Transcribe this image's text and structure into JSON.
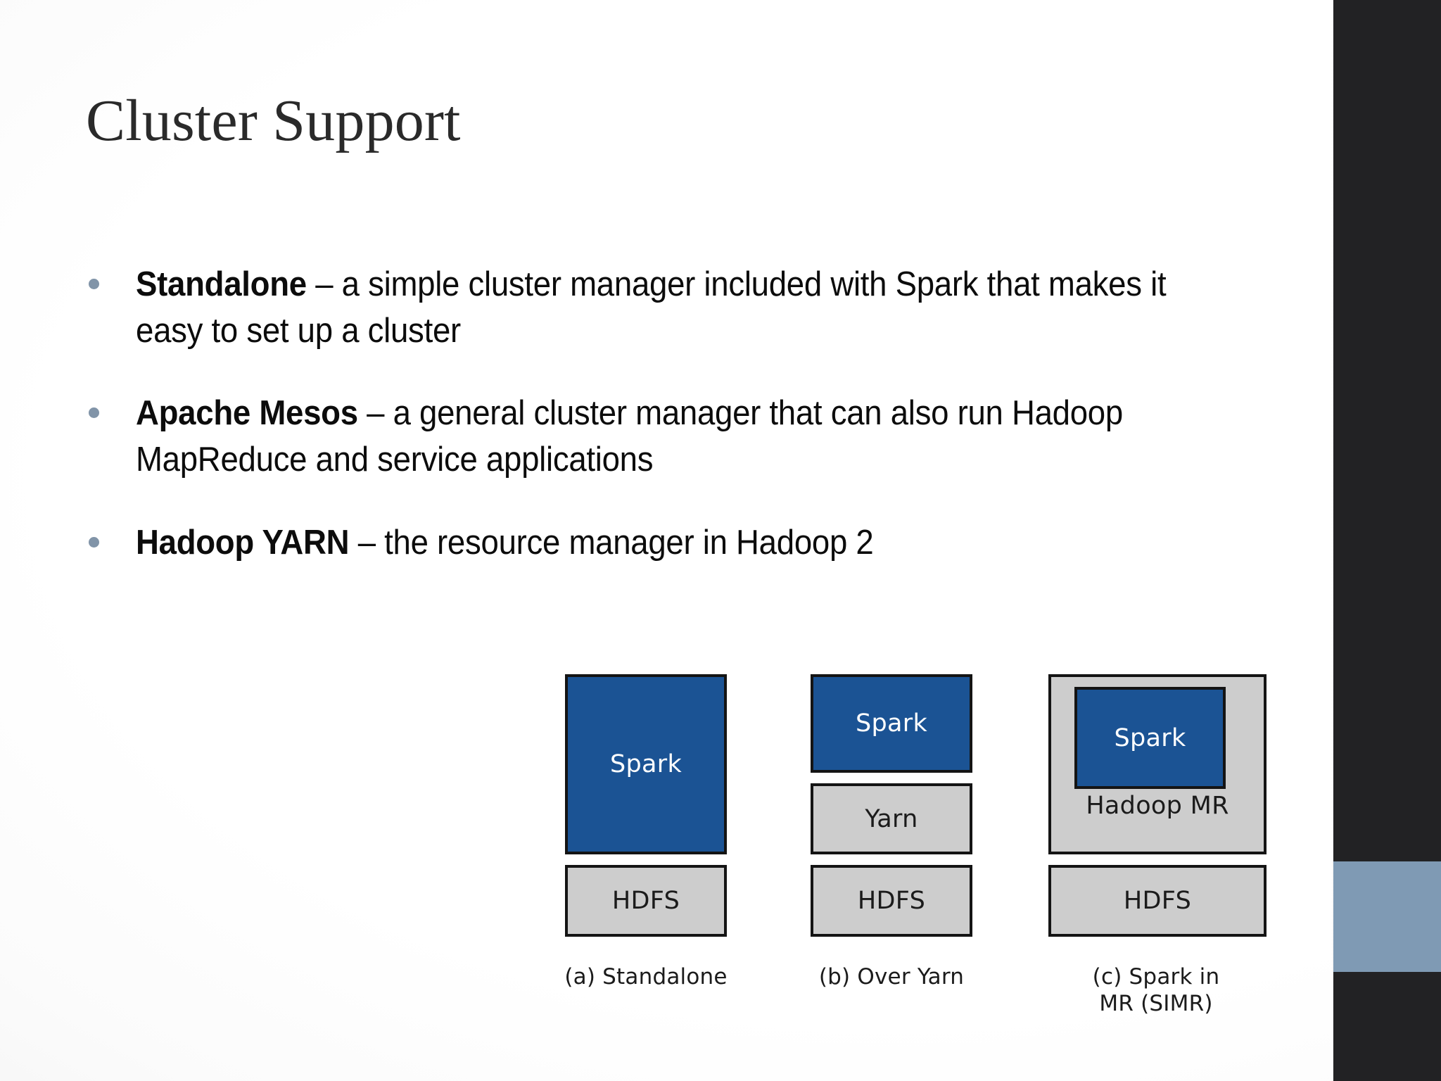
{
  "slide": {
    "title": "Cluster Support",
    "accent_dark": "#222224",
    "accent_blue": "#7f9ab4",
    "bullet_color": "#8194a8"
  },
  "bullets": [
    {
      "lead": "Standalone",
      "rest": " – a simple cluster manager included with Spark that makes it easy to set up a cluster"
    },
    {
      "lead": "Apache Mesos",
      "rest": " – a general cluster manager that can also run Hadoop MapReduce and service applications"
    },
    {
      "lead": "Hadoop YARN",
      "rest": " – the resource manager in Hadoop 2"
    }
  ],
  "diagram": {
    "box_blue": "#1b5394",
    "box_grey": "#cdcdcd",
    "box_border": "#141414",
    "columns": [
      {
        "id": "a",
        "caption": "(a) Standalone",
        "boxes": [
          {
            "label": "Spark",
            "fill": "blue"
          },
          {
            "label": "HDFS",
            "fill": "grey"
          }
        ]
      },
      {
        "id": "b",
        "caption": "(b) Over Yarn",
        "boxes": [
          {
            "label": "Spark",
            "fill": "blue"
          },
          {
            "label": "Yarn",
            "fill": "grey"
          },
          {
            "label": "HDFS",
            "fill": "grey"
          }
        ]
      },
      {
        "id": "c",
        "caption_line1": "(c) Spark in",
        "caption_line2": "MR (SIMR)",
        "boxes": [
          {
            "label": "Hadoop MR",
            "fill": "grey",
            "nested": {
              "label": "Spark",
              "fill": "blue"
            }
          },
          {
            "label": "HDFS",
            "fill": "grey"
          }
        ]
      }
    ]
  }
}
